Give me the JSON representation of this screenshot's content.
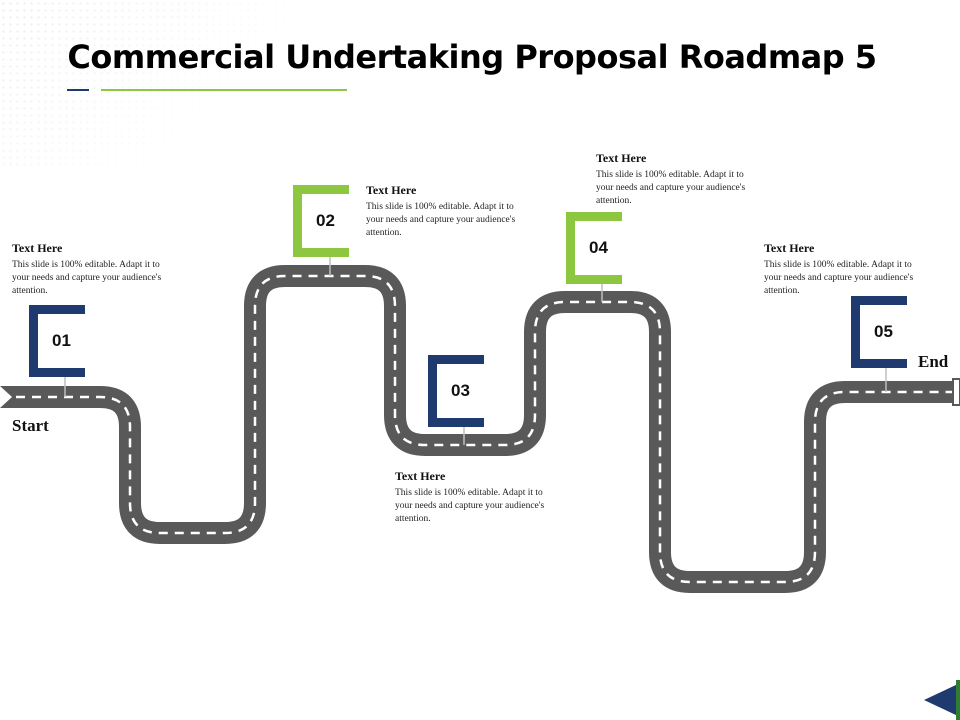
{
  "title": "Commercial Undertaking Proposal Roadmap 5",
  "start_label": "Start",
  "end_label": "End",
  "colors": {
    "navy": "#1f3a6e",
    "green": "#8dc63f",
    "road": "#595959",
    "dash": "#ffffff"
  },
  "milestones": [
    {
      "number": "01",
      "color": "navy",
      "heading": "Text Here",
      "body": "This slide is 100% editable. Adapt it to your needs and capture your audience's attention."
    },
    {
      "number": "02",
      "color": "green",
      "heading": "Text Here",
      "body": "This slide is 100% editable. Adapt it to your needs and capture your audience's attention."
    },
    {
      "number": "03",
      "color": "navy",
      "heading": "Text Here",
      "body": "This slide is 100% editable. Adapt it to your needs and capture your audience's attention."
    },
    {
      "number": "04",
      "color": "green",
      "heading": "Text Here",
      "body": "This slide is 100% editable. Adapt it to your needs and capture your audience's attention."
    },
    {
      "number": "05",
      "color": "navy",
      "heading": "Text Here",
      "body": "This slide is 100% editable. Adapt it to your needs and capture your audience's attention."
    }
  ],
  "icons": {
    "corner": "triangle-arrow-icon"
  }
}
